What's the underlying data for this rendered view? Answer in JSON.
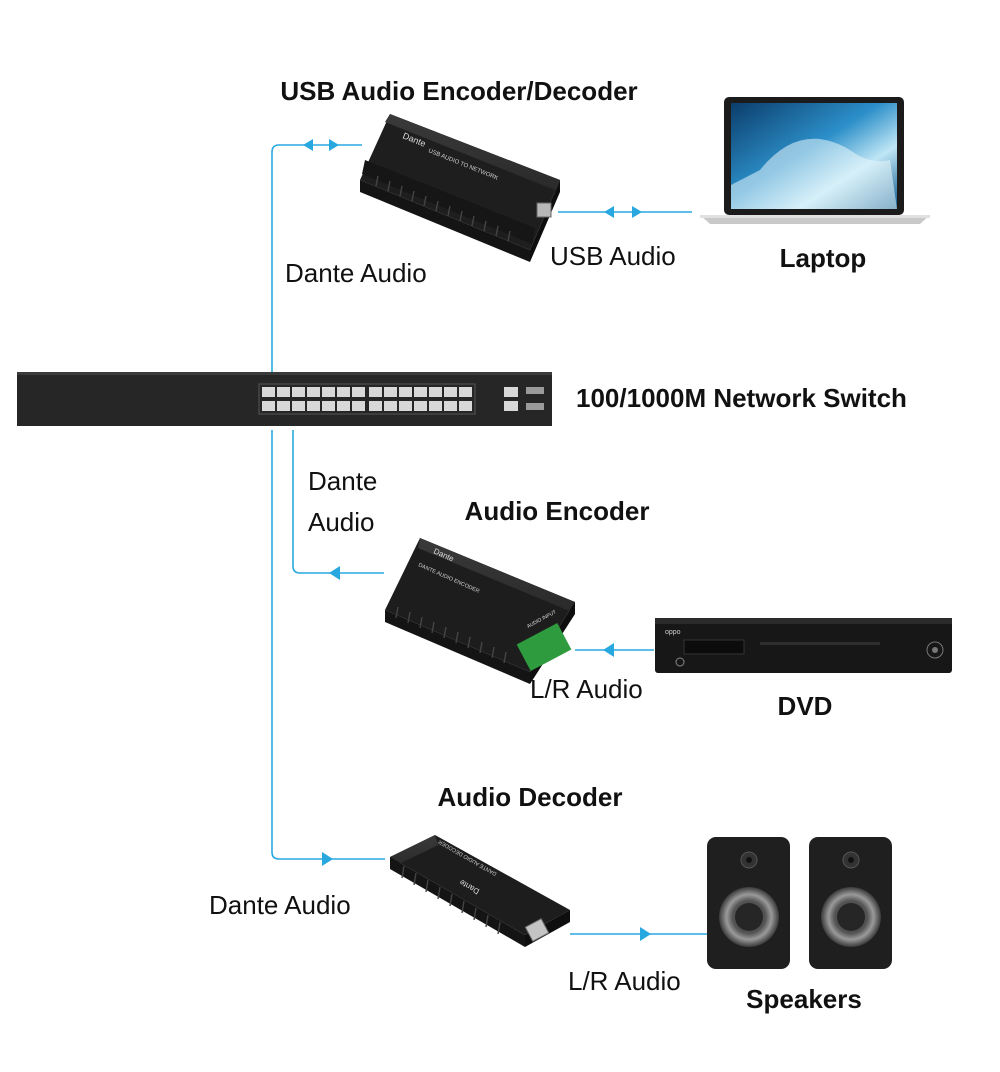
{
  "devices": {
    "usb_encoder": {
      "title": "USB Audio Encoder/Decoder",
      "brand": "Dante",
      "panel": "USB AUDIO TO NETWORK"
    },
    "laptop": {
      "title": "Laptop"
    },
    "switch": {
      "title": "100/1000M Network Switch"
    },
    "audio_encoder": {
      "title": "Audio Encoder",
      "brand": "Dante",
      "panel": "DANTE AUDIO ENCODER",
      "input": "AUDIO INPUT"
    },
    "dvd": {
      "title": "DVD",
      "brand": "oppo"
    },
    "audio_decoder": {
      "title": "Audio Decoder",
      "brand": "Dante",
      "panel": "DANTE AUDIO DECODER"
    },
    "speakers": {
      "title": "Speakers"
    }
  },
  "connections": {
    "dante_top": "Dante Audio",
    "usb_audio": "USB Audio",
    "dante_mid_line1": "Dante",
    "dante_mid_line2": "Audio",
    "lr_audio_top": "L/R Audio",
    "dante_bottom": "Dante Audio",
    "lr_audio_bottom": "L/R Audio"
  },
  "colors": {
    "cable": "#29a8e0",
    "device": "#242424",
    "label": "#111111"
  }
}
